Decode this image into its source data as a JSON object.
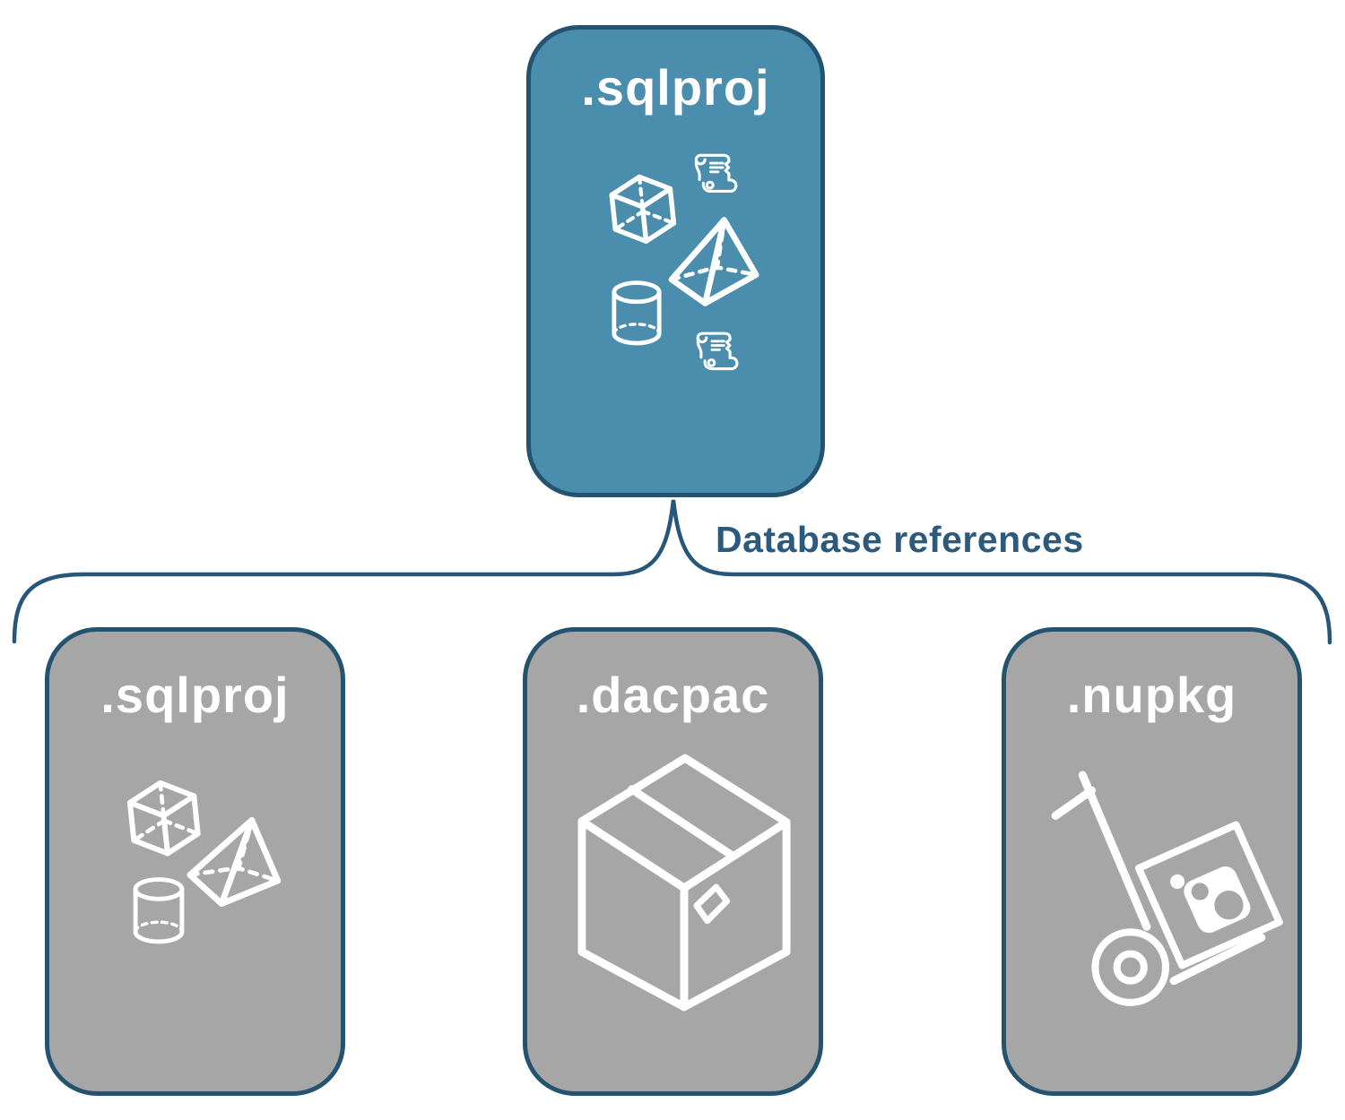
{
  "diagram": {
    "connector": {
      "label": "Database references"
    },
    "root": {
      "label": ".sqlproj",
      "icons": [
        "cube-icon",
        "scroll-icon",
        "pyramid-icon",
        "cylinder-icon",
        "scroll-icon"
      ]
    },
    "children": [
      {
        "label": ".sqlproj",
        "icons": [
          "cube-icon",
          "pyramid-icon",
          "cylinder-icon"
        ]
      },
      {
        "label": ".dacpac",
        "icons": [
          "package-box-icon"
        ]
      },
      {
        "label": ".nupkg",
        "icons": [
          "nuget-hand-truck-icon"
        ]
      }
    ],
    "colors": {
      "root_fill": "#4a8dac",
      "child_fill": "#a6a6a6",
      "outline": "#24536f",
      "connector_line": "#26567a",
      "connector_text": "#2b5a7d",
      "icon": "#ffffff",
      "background": "#ffffff"
    }
  }
}
